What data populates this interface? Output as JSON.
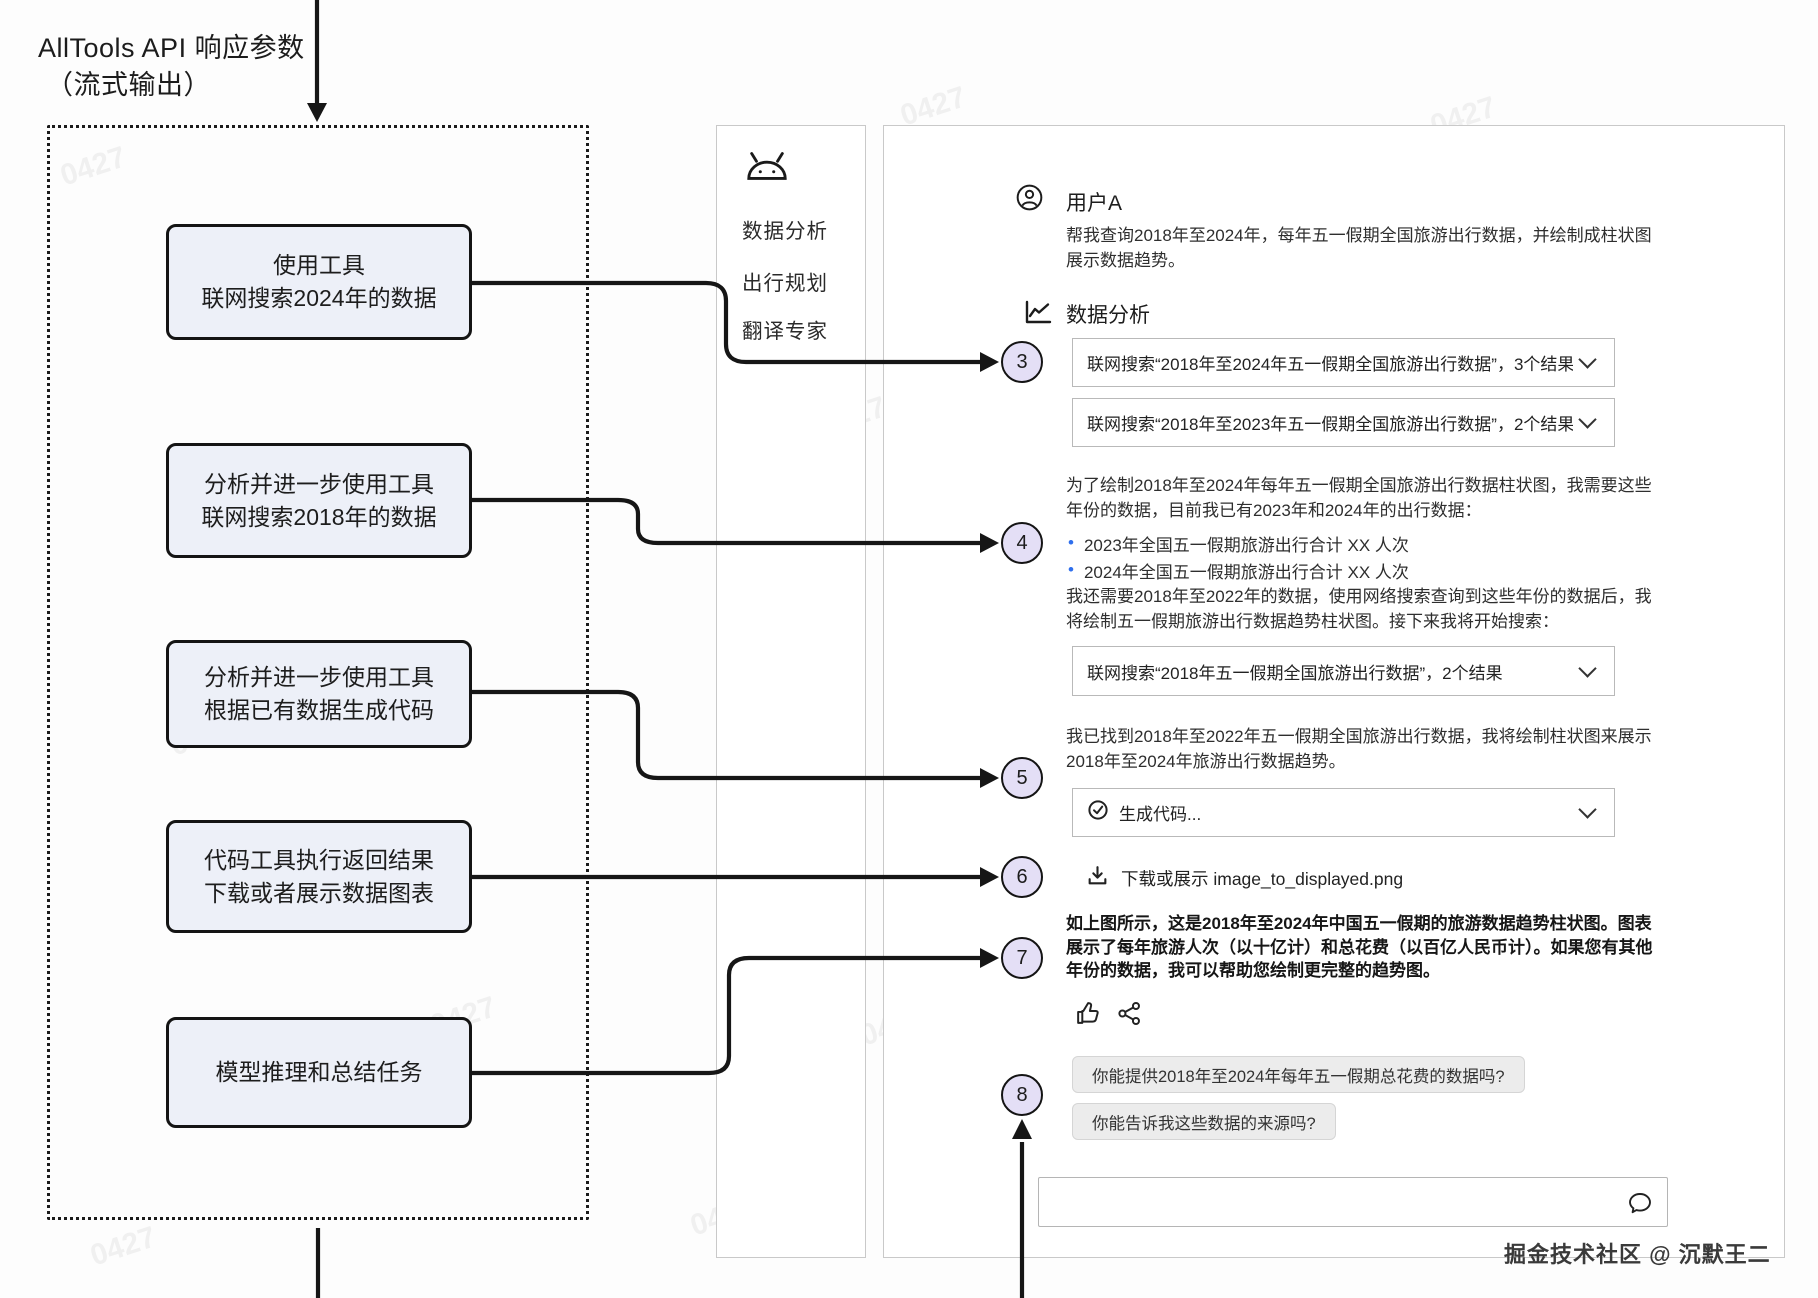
{
  "title": {
    "line1": "AllTools API 响应参数",
    "line2": "（流式输出）"
  },
  "flow": {
    "boxes": [
      {
        "line1": "使用工具",
        "line2": "联网搜索2024年的数据"
      },
      {
        "line1": "分析并进一步使用工具",
        "line2": "联网搜索2018年的数据"
      },
      {
        "line1": "分析并进一步使用工具",
        "line2": "根据已有数据生成代码"
      },
      {
        "line1": "代码工具执行返回结果",
        "line2": "下载或者展示数据图表"
      },
      {
        "line1": "模型推理和总结任务",
        "line2": ""
      }
    ]
  },
  "agent": {
    "icon": "android-icon",
    "items": [
      "数据分析",
      "出行规划",
      "翻译专家"
    ]
  },
  "steps": [
    "3",
    "4",
    "5",
    "6",
    "7",
    "8"
  ],
  "chat": {
    "user_label": "用户A",
    "user_message": "帮我查询2018年至2024年，每年五一假期全国旅游出行数据，并绘制成柱状图展示数据趋势。",
    "section_label": "数据分析",
    "rows": [
      {
        "label": "联网搜索“2018年至2024年五一假期全国旅游出行数据”，3个结果"
      },
      {
        "label": "联网搜索“2018年至2023年五一假期全国旅游出行数据”，2个结果"
      },
      {
        "label": "联网搜索“2018年五一假期全国旅游出行数据”，2个结果"
      }
    ],
    "code_row_label": "生成代码...",
    "para1": "为了绘制2018年至2024年每年五一假期全国旅游出行数据柱状图，我需要这些年份的数据，目前我已有2023年和2024年的出行数据：",
    "bullets": [
      "2023年全国五一假期旅游出行合计 XX 人次",
      "2024年全国五一假期旅游出行合计 XX 人次"
    ],
    "para2": "我还需要2018年至2022年的数据，使用网络搜索查询到这些年份的数据后，我将绘制五一假期旅游出行数据趋势柱状图。接下来我将开始搜索：",
    "para3": "我已找到2018年至2022年五一假期全国旅游出行数据，我将绘制柱状图来展示2018年至2024年旅游出行数据趋势。",
    "download_label": "下载或展示 image_to_displayed.png",
    "final_para": "如上图所示，这是2018年至2024年中国五一假期的旅游数据趋势柱状图。图表展示了每年旅游人次（以十亿计）和总花费（以百亿人民币计）。如果您有其他年份的数据，我可以帮助您绘制更完整的趋势图。",
    "chips": [
      "你能提供2018年至2024年每年五一假期总花费的数据吗?",
      "你能告诉我这些数据的来源吗?"
    ]
  },
  "icons": {
    "agent": "android-icon",
    "user": "person-circle-icon",
    "section": "line-chart-icon",
    "code_row": "check-circle-icon",
    "download": "download-tray-icon",
    "like": "thumbs-up-icon",
    "share": "share-nodes-icon",
    "compose": "speech-bubble-icon",
    "expand": "chevron-down-icon"
  },
  "watermark": "掘金技术社区 @ 沉默王二",
  "watermark_faint": "0427"
}
